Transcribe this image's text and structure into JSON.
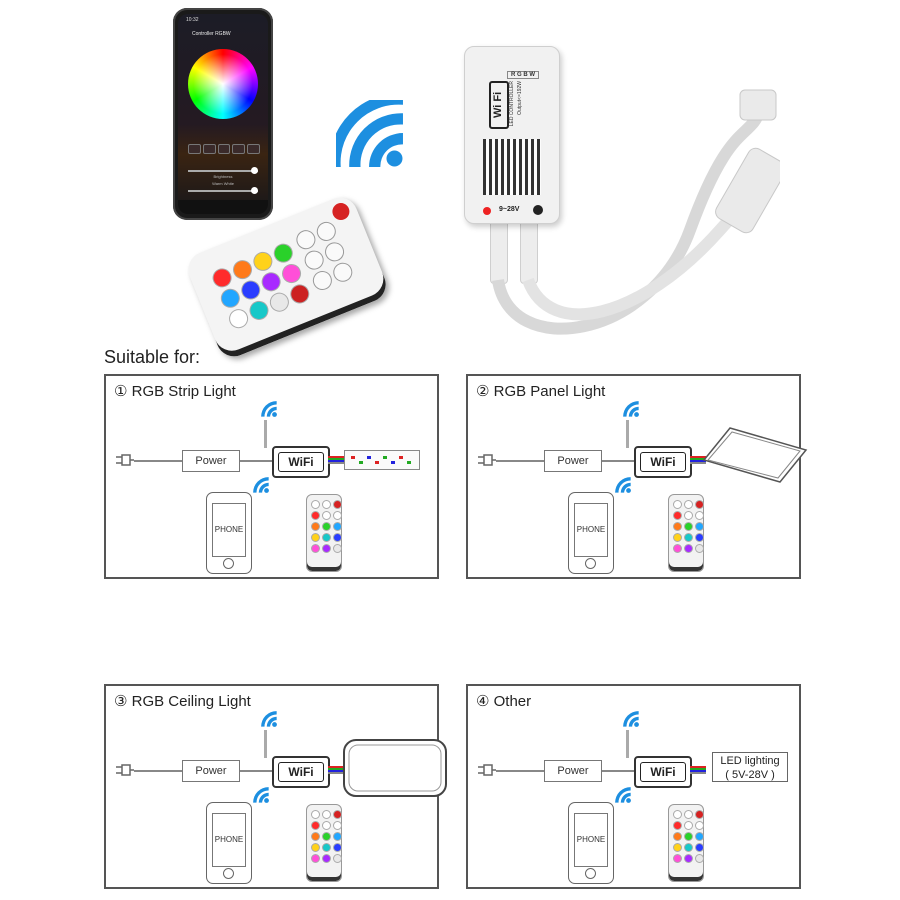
{
  "phone_app": {
    "time": "10:32",
    "title": "Controller RGBW",
    "brightness_label": "Brightness",
    "white_label": "Warm White"
  },
  "controller": {
    "top_label": "R G B W",
    "wifi_text": "Wi Fi",
    "label_line1": "LED CONTROLLER",
    "label_line2": "Output<=192W",
    "voltage": "9~28V"
  },
  "remote_colors": [
    "#ff2b2b",
    "#ff7a1a",
    "#ffd21a",
    "#2ad12a",
    "#22a6ff",
    "#2a3dff",
    "#a82aff",
    "#ff4fd8",
    "#ffffff",
    "#18c8c8",
    "#e8e8e8",
    "#cc2222"
  ],
  "suitable_label": "Suitable for:",
  "panels": [
    {
      "title": "① RGB Strip Light",
      "power": "Power",
      "wifi": "WiFi",
      "phone": "PHONE"
    },
    {
      "title": "② RGB Panel Light",
      "power": "Power",
      "wifi": "WiFi",
      "phone": "PHONE"
    },
    {
      "title": "③ RGB Ceiling Light",
      "power": "Power",
      "wifi": "WiFi",
      "phone": "PHONE"
    },
    {
      "title": "④ Other",
      "power": "Power",
      "wifi": "WiFi",
      "phone": "PHONE",
      "led_line1": "LED lighting",
      "led_line2": "( 5V-28V )"
    }
  ],
  "colors": {
    "wifi_blue": "#1d8fe0",
    "frame": "#555555"
  }
}
